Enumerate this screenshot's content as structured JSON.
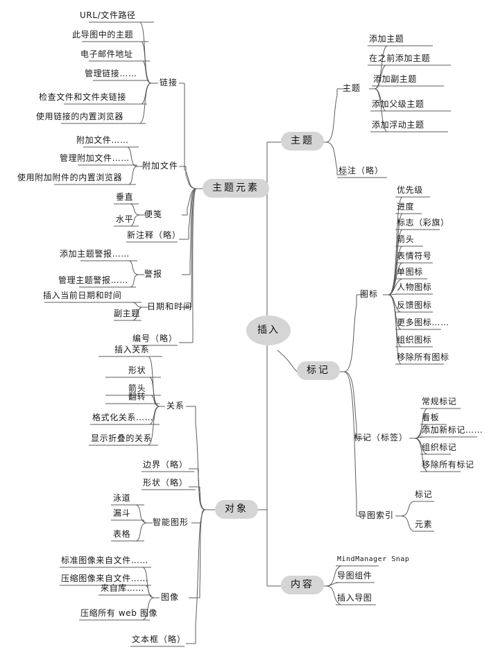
{
  "document": {
    "type": "mind-map",
    "title": "插入",
    "background": "#ffffff",
    "node_fill": "#d5d5d5",
    "line_color": "#5b5b5b"
  },
  "center": {
    "label": "插入"
  },
  "branches": [
    {
      "id": "topic-elements",
      "label": "主题元素",
      "children": [
        {
          "label": "链接",
          "children": [
            {
              "label": "URL/文件路径"
            },
            {
              "label": "此导图中的主题"
            },
            {
              "label": "电子邮件地址"
            },
            {
              "label": "管理链接……"
            },
            {
              "label": "检查文件和文件夹链接"
            },
            {
              "label": "使用链接的内置浏览器"
            }
          ]
        },
        {
          "label": "附加文件",
          "children": [
            {
              "label": "附加文件……"
            },
            {
              "label": "管理附加文件……"
            },
            {
              "label": "使用附加附件的内置浏览器"
            }
          ]
        },
        {
          "label": "便笺",
          "children": [
            {
              "label": "垂直"
            },
            {
              "label": "水平"
            }
          ]
        },
        {
          "label": "新注释（略）",
          "children": []
        },
        {
          "label": "警报",
          "children": [
            {
              "label": "添加主题警报……"
            },
            {
              "label": "管理主题警报……"
            }
          ]
        },
        {
          "label": "日期和时间",
          "children": [
            {
              "label": "插入当前日期和时间"
            },
            {
              "label": "副主题"
            }
          ]
        },
        {
          "label": "编号（略）",
          "children": []
        }
      ]
    },
    {
      "id": "object",
      "label": "对象",
      "children": [
        {
          "label": "关系",
          "children": [
            {
              "label": "插入关系"
            },
            {
              "label": "形状"
            },
            {
              "label": "箭头"
            },
            {
              "label": "翻转"
            },
            {
              "label": "格式化关系……"
            },
            {
              "label": "显示折叠的关系"
            }
          ]
        },
        {
          "label": "边界（略）",
          "children": []
        },
        {
          "label": "形状（略）",
          "children": []
        },
        {
          "label": "智能图形",
          "children": [
            {
              "label": "泳道"
            },
            {
              "label": "漏斗"
            },
            {
              "label": "表格"
            }
          ]
        },
        {
          "label": "图像",
          "children": [
            {
              "label": "标准图像来自文件……"
            },
            {
              "label": "压缩图像来自文件……"
            },
            {
              "label": "来自库……"
            },
            {
              "label": "压缩所有 web 图像"
            }
          ]
        },
        {
          "label": "文本框（略）",
          "children": []
        }
      ]
    },
    {
      "id": "topic",
      "label": "主题",
      "children": [
        {
          "label": "主题",
          "children": [
            {
              "label": "添加主题"
            },
            {
              "label": "在之前添加主题"
            },
            {
              "label": "添加副主题"
            },
            {
              "label": "添加父级主题"
            },
            {
              "label": "添加浮动主题"
            }
          ]
        },
        {
          "label": "标注（略）",
          "children": []
        }
      ]
    },
    {
      "id": "mark",
      "label": "标记",
      "children": [
        {
          "label": "图标",
          "children": [
            {
              "label": "优先级"
            },
            {
              "label": "进度"
            },
            {
              "label": "标志（彩旗）"
            },
            {
              "label": "箭头"
            },
            {
              "label": "表情符号"
            },
            {
              "label": "单图标"
            },
            {
              "label": "人物图标"
            },
            {
              "label": "反馈图标"
            },
            {
              "label": "更多图标……"
            },
            {
              "label": "组织图标"
            },
            {
              "label": "移除所有图标"
            }
          ]
        },
        {
          "label": "标记（标签）",
          "children": [
            {
              "label": "常规标记"
            },
            {
              "label": "看板"
            },
            {
              "label": "添加新标记……"
            },
            {
              "label": "组织标记"
            },
            {
              "label": "移除所有标记"
            }
          ]
        },
        {
          "label": "导图索引",
          "children": [
            {
              "label": "标记"
            },
            {
              "label": "元素"
            }
          ]
        }
      ]
    },
    {
      "id": "content",
      "label": "内容",
      "children": [
        {
          "label": "MindManager Snap"
        },
        {
          "label": "导图组件"
        },
        {
          "label": "插入导图"
        }
      ]
    }
  ]
}
